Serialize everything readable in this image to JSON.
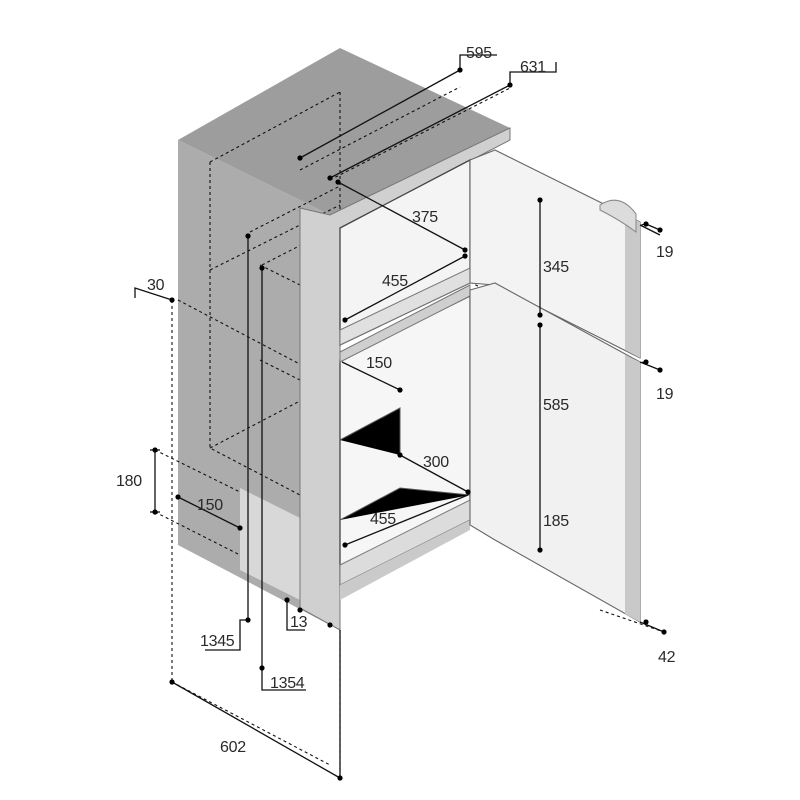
{
  "dimensions": {
    "top_width_595": "595",
    "top_width_631": "631",
    "freezer_depth": "375",
    "freezer_width": "455",
    "freezer_height": "345",
    "door_gap_top": "19",
    "door_gap_bottom": "19",
    "fridge_height": "585",
    "fridge_shelf_depth_top": "150",
    "fridge_depth": "300",
    "fridge_width": "455",
    "crisper_height": "185",
    "door_thickness": "42",
    "side_offset": "30",
    "recess_height": "180",
    "recess_depth": "150",
    "body_height": "1345",
    "flange_depth": "13",
    "total_height": "1354",
    "total_depth": "602"
  },
  "colors": {
    "cabinet_side": "#a9a9a9",
    "cabinet_top": "#9a9a9a",
    "frame": "#d3d3d3",
    "interior": "#f6f6f6",
    "door": "#f0f0f0",
    "line": "#111111"
  }
}
